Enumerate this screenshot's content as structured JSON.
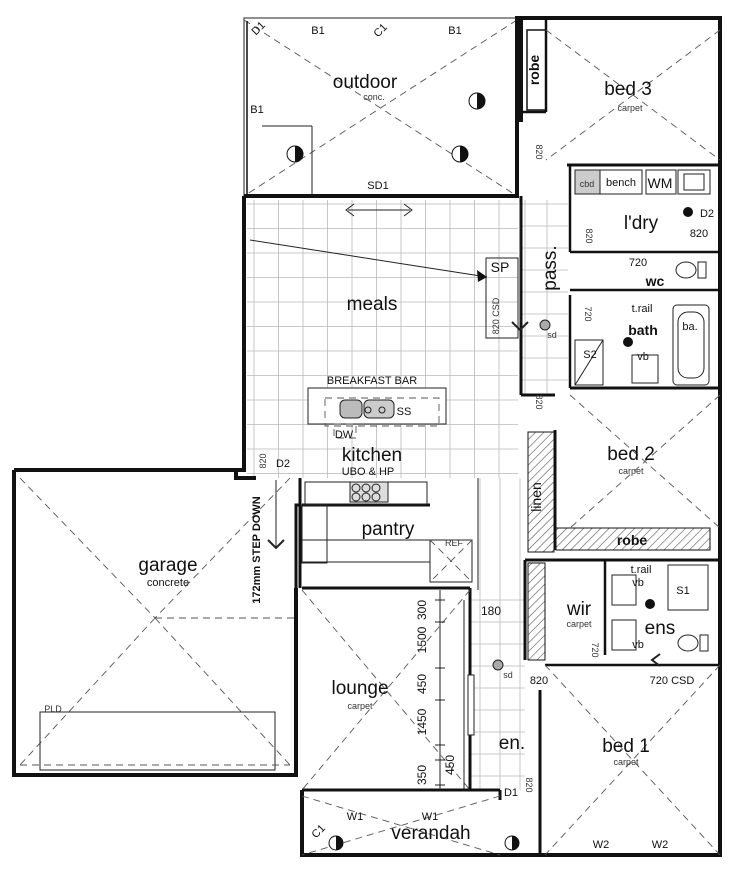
{
  "rooms": {
    "outdoor": {
      "name": "outdoor",
      "finish": "conc."
    },
    "bed3": {
      "name": "bed 3",
      "finish": "carpet"
    },
    "meals": {
      "name": "meals"
    },
    "pass": {
      "name": "pass."
    },
    "ldry": {
      "name": "l'dry"
    },
    "wc": {
      "name": "wc"
    },
    "bath": {
      "name": "bath"
    },
    "kitchen": {
      "name": "kitchen",
      "note": "UBO & HP"
    },
    "bed2": {
      "name": "bed 2",
      "finish": "carpet"
    },
    "linen": {
      "name": "linen"
    },
    "garage": {
      "name": "garage",
      "finish": "concrete"
    },
    "pantry": {
      "name": "pantry"
    },
    "wir": {
      "name": "wir",
      "finish": "carpet"
    },
    "ens": {
      "name": "ens"
    },
    "lounge": {
      "name": "lounge",
      "finish": "carpet"
    },
    "en": {
      "name": "en."
    },
    "bed1": {
      "name": "bed 1",
      "finish": "carpet"
    },
    "verandah": {
      "name": "verandah"
    }
  },
  "fixtures": {
    "robe_top": "robe",
    "robe_bed2": "robe",
    "cbd": "cbd",
    "bench": "bench",
    "wm": "WM",
    "trail_bath": "t.rail",
    "trail_ens": "t.rail",
    "ba": "ba.",
    "vb_bath": "vb",
    "vb_ens1": "vb",
    "vb_ens2": "vb",
    "s2": "S2",
    "s1": "S1",
    "sp": "SP",
    "breakfast_bar": "BREAKFAST BAR",
    "ss": "SS",
    "dw": "DW",
    "ref": "REF",
    "pld": "PLD",
    "sd1": "sd",
    "sd2": "sd"
  },
  "openings": {
    "b1_a": "B1",
    "b1_b": "B1",
    "b1_c": "B1",
    "c1_top": "C1",
    "d1_top": "D1",
    "sd1": "SD1",
    "d2_ldry": "D2",
    "d2_kitchen": "D2",
    "d1_verandah": "D1",
    "c1_verandah": "C1",
    "w1_a": "W1",
    "w1_b": "W1",
    "w2_a": "W2",
    "w2_b": "W2"
  },
  "doors": {
    "d820_bed3": "820",
    "d820_ldry": "820",
    "d820_ldry_side": "820",
    "d720_wc": "720",
    "d720_bath": "720",
    "d820_csd_pass": "820 CSD",
    "d820_bed2": "820",
    "d820_kitchen": "820",
    "d720_ens": "720",
    "d720_csd_ens": "720 CSD",
    "d820_bed1": "820",
    "d820_en": "820"
  },
  "annotations": {
    "step_down": "172mm STEP DOWN"
  },
  "dimensions": [
    "300",
    "1500",
    "450",
    "1450",
    "450",
    "350",
    "180"
  ]
}
